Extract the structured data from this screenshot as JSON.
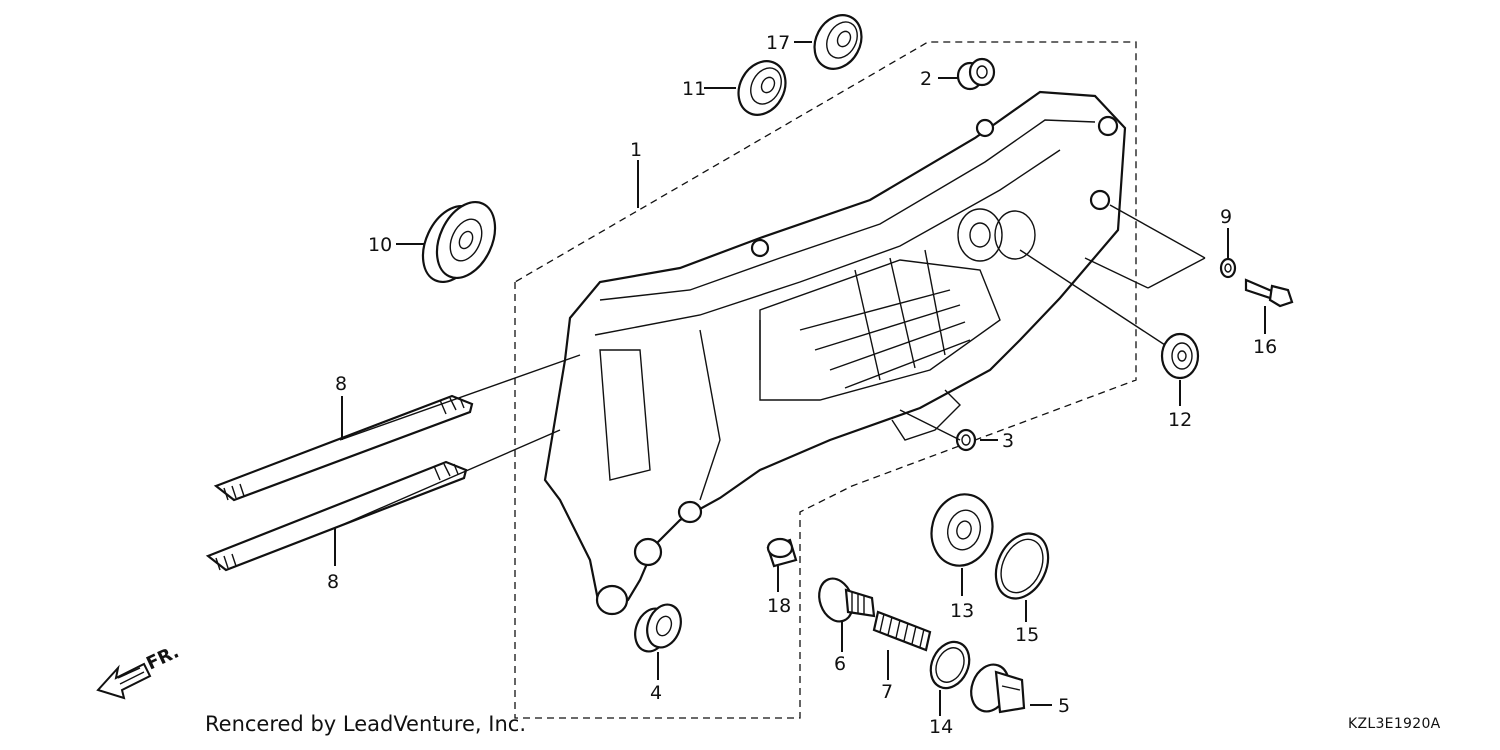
{
  "footer": {
    "credit": "Rencered by LeadVenture, Inc.",
    "diagram_code": "KZL3E1920A"
  },
  "direction_marker": {
    "label": "FR.",
    "icon": "front-direction-arrow-icon"
  },
  "callouts": [
    {
      "id": "1",
      "label": "1"
    },
    {
      "id": "2",
      "label": "2"
    },
    {
      "id": "3",
      "label": "3"
    },
    {
      "id": "4",
      "label": "4"
    },
    {
      "id": "5",
      "label": "5"
    },
    {
      "id": "6",
      "label": "6"
    },
    {
      "id": "7",
      "label": "7"
    },
    {
      "id": "8a",
      "label": "8"
    },
    {
      "id": "8b",
      "label": "8"
    },
    {
      "id": "9",
      "label": "9"
    },
    {
      "id": "10",
      "label": "10"
    },
    {
      "id": "11",
      "label": "11"
    },
    {
      "id": "12",
      "label": "12"
    },
    {
      "id": "13",
      "label": "13"
    },
    {
      "id": "14",
      "label": "14"
    },
    {
      "id": "15",
      "label": "15"
    },
    {
      "id": "16",
      "label": "16"
    },
    {
      "id": "17",
      "label": "17"
    },
    {
      "id": "18",
      "label": "18"
    }
  ]
}
